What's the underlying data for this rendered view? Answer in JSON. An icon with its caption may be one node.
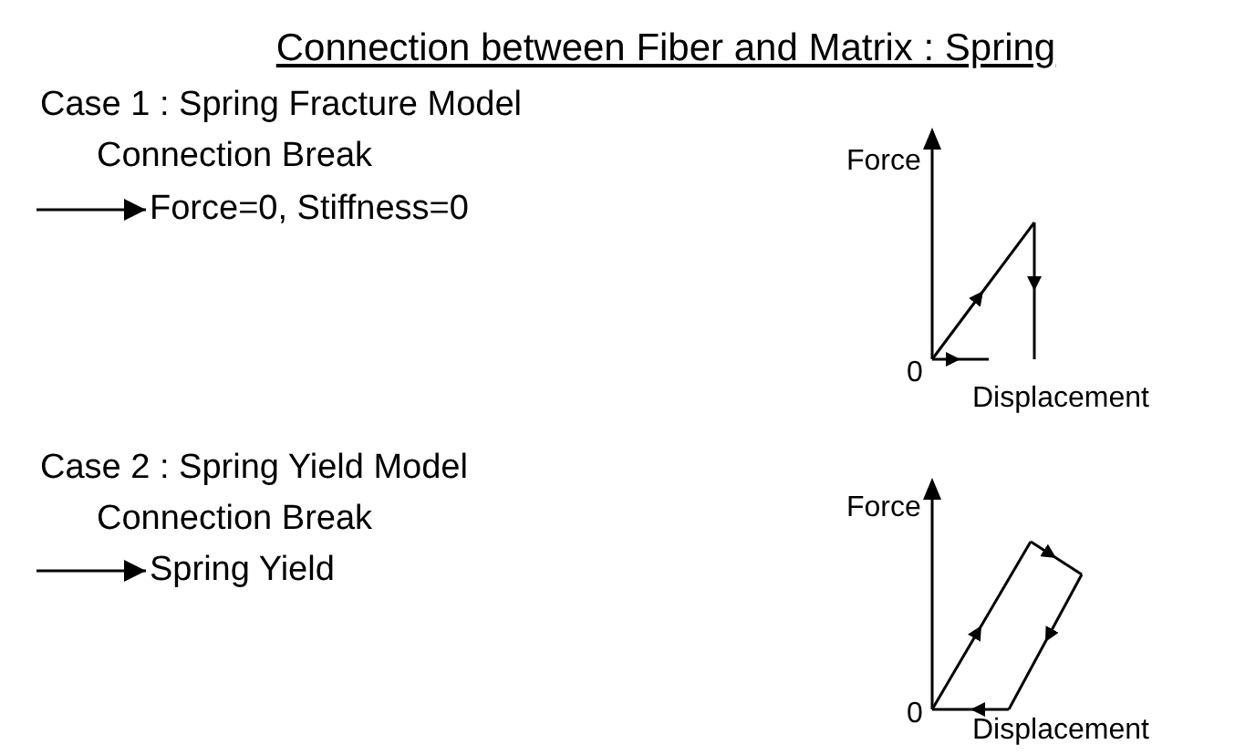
{
  "diagram": {
    "title": "Connection between Fiber and Matrix : Spring",
    "nodes": [
      {
        "text": [
          "Force=0, Stiffness=0"
        ]
      },
      {
        "text": [
          "Spring Yield"
        ]
      }
    ],
    "edges": [
      {
        "from": null,
        "to": 0,
        "arrow": "to"
      },
      {
        "from": null,
        "to": 1,
        "arrow": "to"
      }
    ],
    "labels": [
      "Case 1 : Spring Fracture Model",
      "Connection Break",
      "Force",
      "0",
      "Displacement",
      "Case 2 : Spring Yield Model",
      "Connection Break",
      "Force",
      "0",
      "Displacement"
    ]
  }
}
